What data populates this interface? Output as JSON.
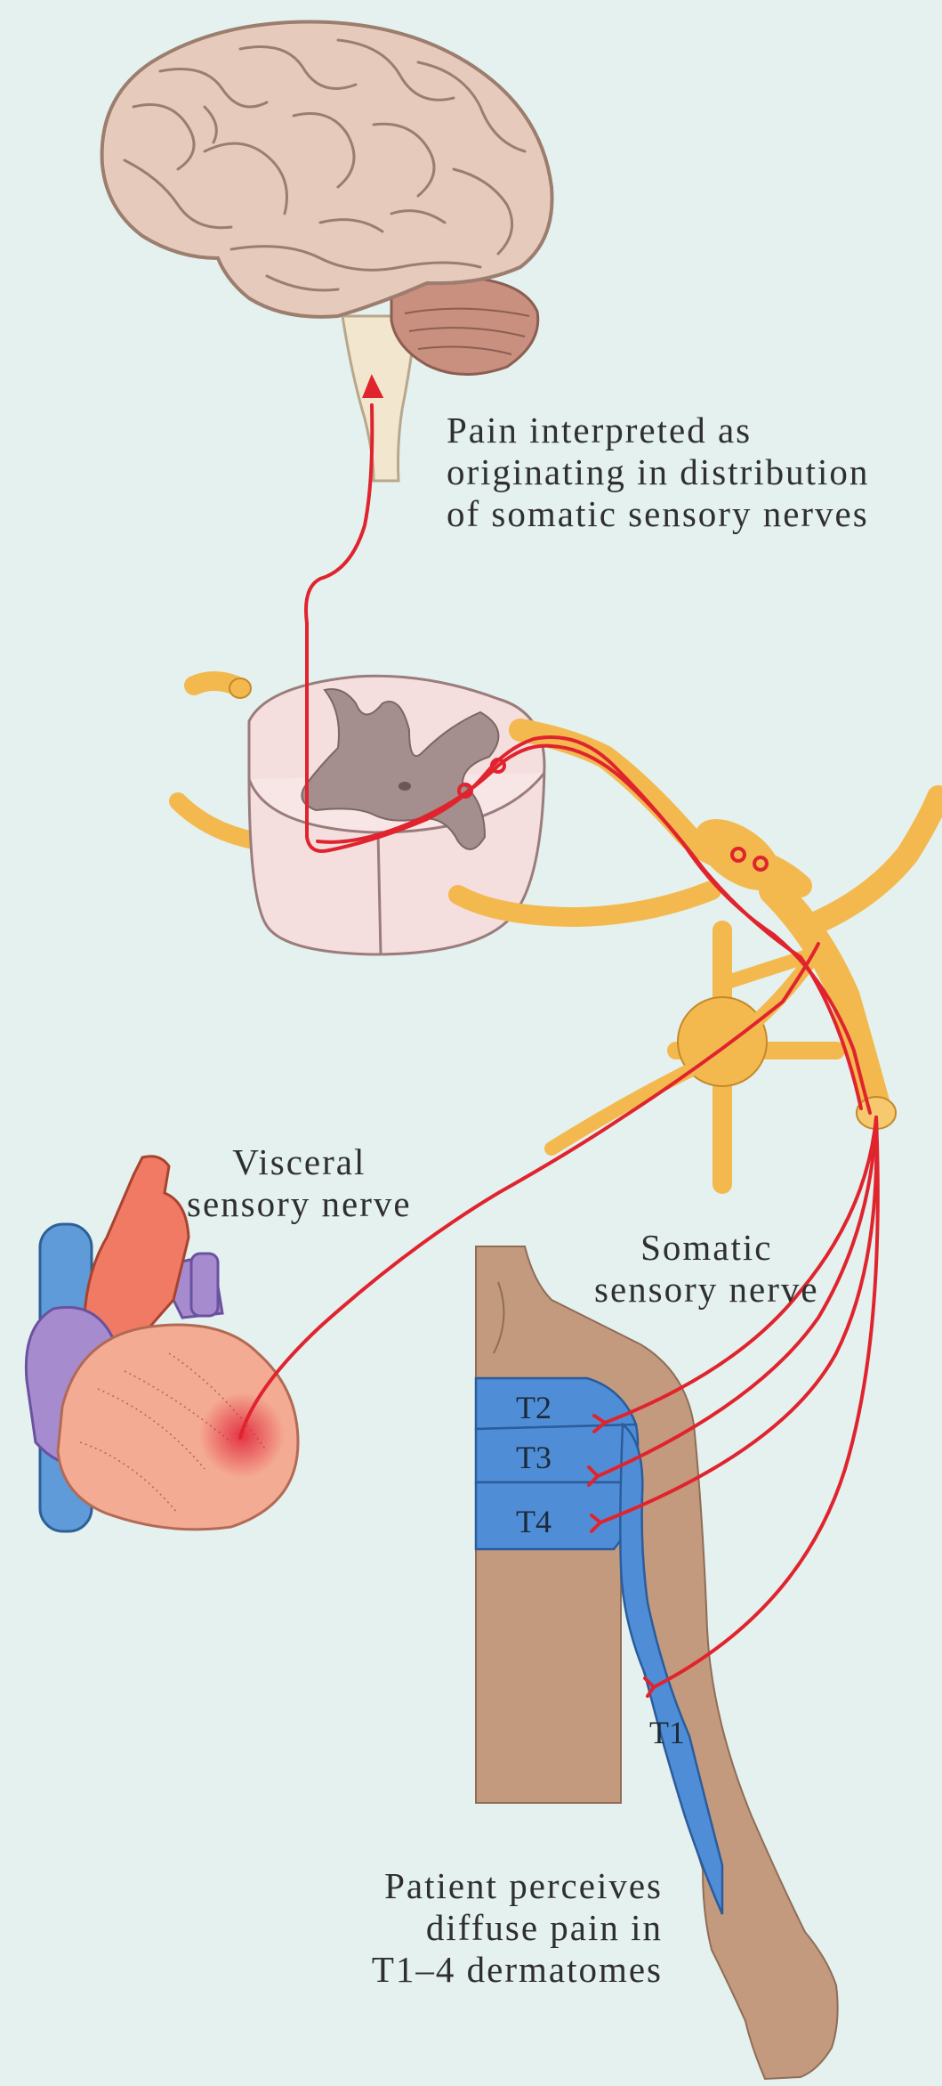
{
  "labels": {
    "pain_interpreted": [
      "Pain interpreted as",
      "originating in distribution",
      "of somatic sensory nerves"
    ],
    "visceral": [
      "Visceral",
      "sensory nerve"
    ],
    "somatic": [
      "Somatic",
      "sensory nerve"
    ],
    "patient": [
      "Patient perceives",
      "diffuse pain in",
      "T1–4 dermatomes"
    ]
  },
  "dermatomes": [
    "T2",
    "T3",
    "T4",
    "T1"
  ],
  "colors": {
    "background": "#e4f1ee",
    "nerve_signal": "#e0242e",
    "nerve_sheath": "#f3b94e",
    "dermatome": "#4f8ed6",
    "skin": "#c49a7e",
    "brain": "#e6cbbd",
    "cerebellum": "#c98f7f",
    "spinal_cord": "#f4dede",
    "grey_matter": "#a58e8e",
    "heart": "#f4ab93",
    "aorta": "#f07a64",
    "vein": "#5f9bd8",
    "pulmonary": "#a68ccf"
  }
}
